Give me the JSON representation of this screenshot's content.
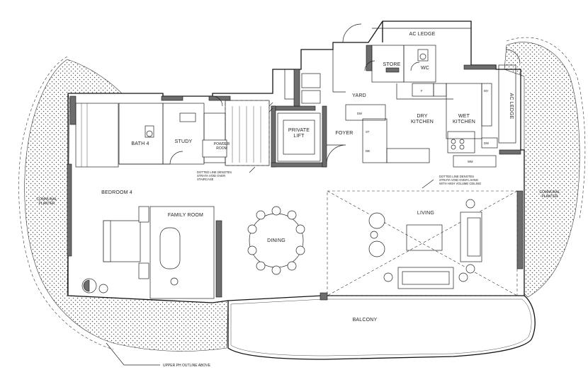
{
  "rooms": {
    "ac_ledge_top": "AC LEDGE",
    "store": "STORE",
    "wc": "WC",
    "yard": "YARD",
    "dry_kitchen": "DRY\nKITCHEN",
    "wet_kitchen": "WET\nKITCHEN",
    "ac_ledge_side": "AC LEDGE",
    "private_lift": "PRIVATE\nLIFT",
    "foyer": "FOYER",
    "bath4": "BATH 4",
    "study": "STUDY",
    "powder_room": "POWDER\nROOM",
    "bedroom4": "BEDROOM 4",
    "family_room": "FAMILY ROOM",
    "dining": "DINING",
    "living": "LIVING",
    "balcony": "BALCONY",
    "communal_planter_left": "COMMUNAL\nPLANTER",
    "communal_planter_right": "COMMUNAL\nPLANTER"
  },
  "notes": {
    "staircase_void": "DOTTED LINE DENOTES\nSTRATA VOID OVER\nSTAIRCASE",
    "living_void": "DOTTED LINE DENOTES\nSTRATA VOID OVER LIVING\nWITH HIGH VOLUME CEILING",
    "upper_ph_outline": "UPPER PH OUTLINE ABOVE"
  },
  "fixtures": {
    "dw": "DW",
    "st": "ST",
    "db": "DB",
    "dh": "DH",
    "dw_wet": "DW",
    "wm": "WM",
    "f": "F"
  }
}
